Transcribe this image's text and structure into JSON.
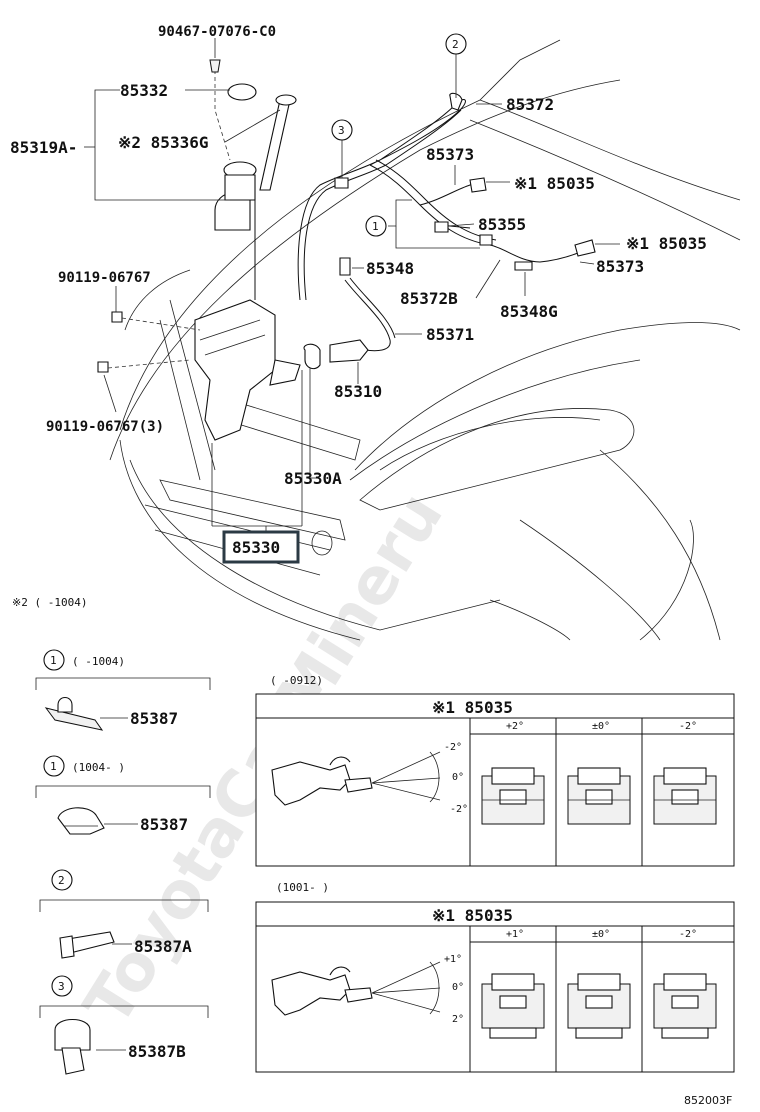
{
  "watermark": "ToyotaCarMineru",
  "diagram_id": "852003F",
  "labels": {
    "p90467": "90467-07076-C0",
    "p85332": "85332",
    "p85319a": "85319A-",
    "p85336g": "※2 85336G",
    "p90119a": "90119-06767",
    "p90119b": "90119-06767(3)",
    "p85372": "85372",
    "p85373a": "85373",
    "p85035a": "※1 85035",
    "p85355": "85355",
    "p85035b": "※1 85035",
    "p85348": "85348",
    "p85373b": "85373",
    "p85372b": "85372B",
    "p85348g": "85348G",
    "p85371": "85371",
    "p85310": "85310",
    "p85330a": "85330A",
    "p85330": "85330",
    "note2": "※2 (   -1004)"
  },
  "callouts": {
    "c1": "1",
    "c2": "2",
    "c3": "3"
  },
  "clips": [
    {
      "num": "1",
      "range": "(    -1004)",
      "part": "85387"
    },
    {
      "num": "1",
      "range": "(1004-    )",
      "part": "85387"
    },
    {
      "num": "2",
      "range": "",
      "part": "85387A"
    },
    {
      "num": "3",
      "range": "",
      "part": "85387B"
    }
  ],
  "table1": {
    "range": "(    -0912)",
    "header": "※1 85035",
    "cols": [
      "+2°",
      "±0°",
      "-2°"
    ],
    "angles": [
      "-2°",
      "0°",
      "-2°"
    ]
  },
  "table2": {
    "range": "(1001-    )",
    "header": "※1 85035",
    "cols": [
      "+1°",
      "±0°",
      "-2°"
    ],
    "angles": [
      "+1°",
      "0°",
      "2°"
    ]
  }
}
